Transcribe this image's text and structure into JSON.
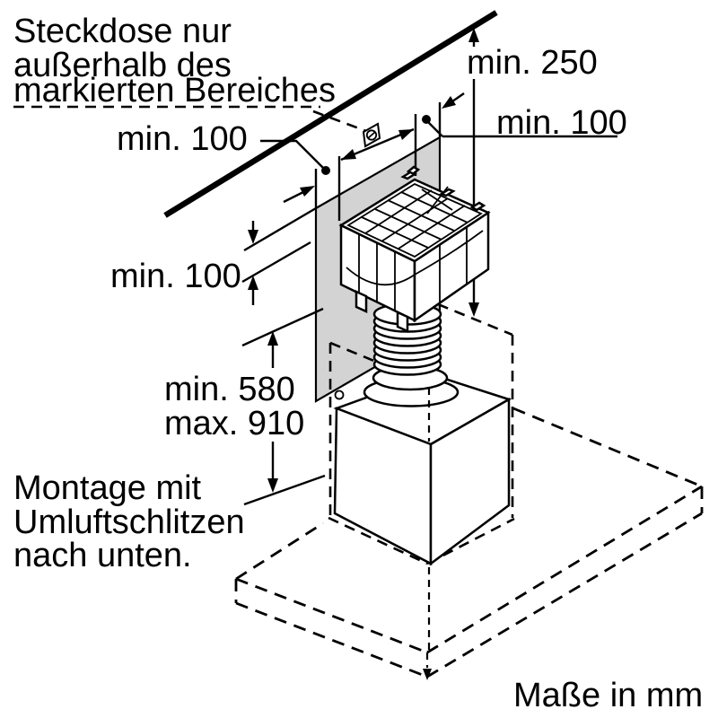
{
  "diagram": {
    "title_note": {
      "line1": "Steckdose nur",
      "line2": "außerhalb des",
      "line3": "markierten Bereiches"
    },
    "mounting_note": {
      "line1": "Montage mit",
      "line2": "Umluftschlitzen",
      "line3": "nach unten."
    },
    "units_note": "Maße in mm",
    "dimensions": {
      "ceiling_clearance": "min. 250",
      "left_side_clearance": "min. 100",
      "right_side_clearance": "min. 100",
      "top_edge_clearance": "min. 100",
      "height_min": "min. 580",
      "height_max": "max. 910"
    },
    "icons": {
      "socket": "power-socket-icon"
    },
    "colors": {
      "ink": "#000000",
      "marked_area_gray": "#d3d3d3",
      "background": "#ffffff"
    }
  }
}
